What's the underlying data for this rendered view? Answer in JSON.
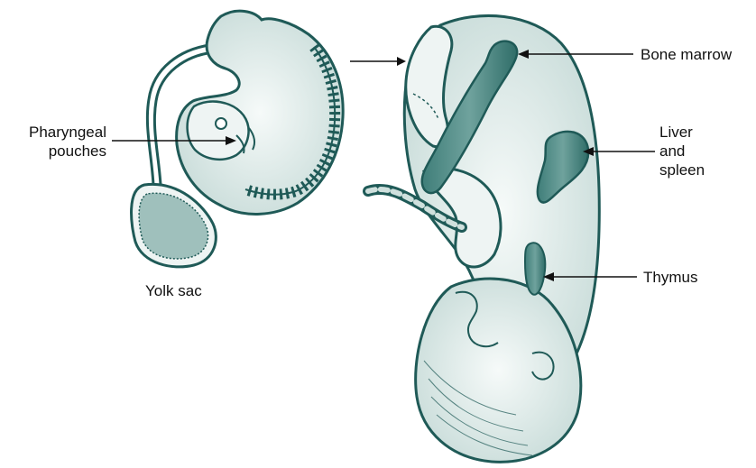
{
  "labels": {
    "bone_marrow": "Bone marrow",
    "liver_and_spleen": "Liver\nand\nspleen",
    "pharyngeal_pouches": "Pharyngeal\npouches",
    "thymus": "Thymus",
    "yolk_sac": "Yolk sac"
  },
  "colors": {
    "outline": "#1f5a57",
    "fill": "#eaf1f0",
    "shade": "#8fb5b1",
    "text": "#111111"
  }
}
